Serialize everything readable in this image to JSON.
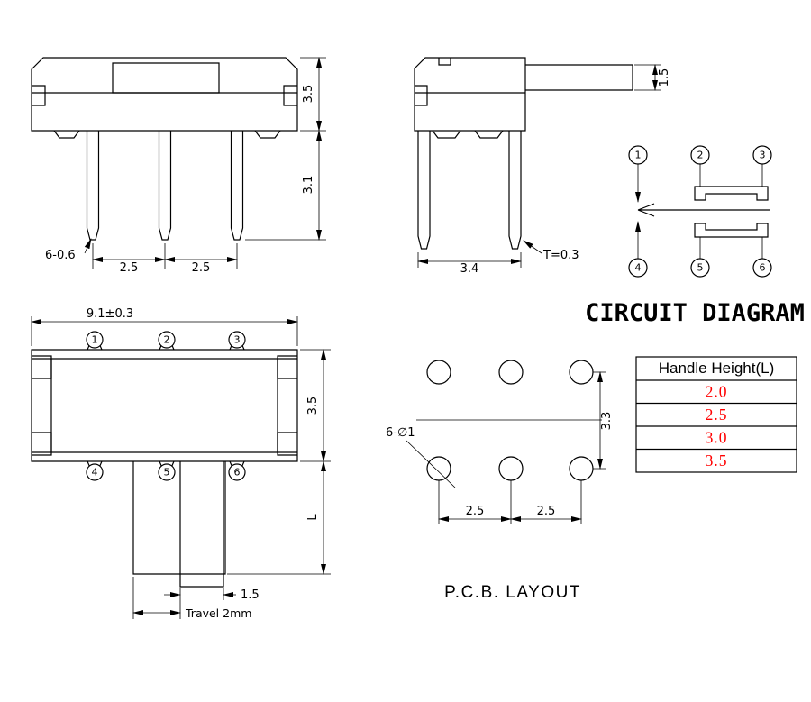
{
  "front_view": {
    "body_height": "3.5",
    "pin_length": "3.1",
    "pin_callout": "6-0.6",
    "pitch_left": "2.5",
    "pitch_right": "2.5"
  },
  "side_view": {
    "handle_thickness": "1.5",
    "base_width": "3.4",
    "terminal_thickness": "T=0.3"
  },
  "circuit_diagram": {
    "title": "CIRCUIT DIAGRAM",
    "terminals": [
      "1",
      "2",
      "3",
      "4",
      "5",
      "6"
    ]
  },
  "top_view": {
    "body_width": "9.1±0.3",
    "body_depth": "3.5",
    "handle_length": "L",
    "knob_width": "1.5",
    "travel": "Travel 2mm",
    "terminals": [
      "1",
      "2",
      "3",
      "4",
      "5",
      "6"
    ]
  },
  "pcb_layout": {
    "title": "P.C.B. LAYOUT",
    "hole_callout": "6-∅1",
    "row_pitch": "3.3",
    "col_pitch_left": "2.5",
    "col_pitch_right": "2.5"
  },
  "table": {
    "header": "Handle Height(L)",
    "rows": [
      "2.0",
      "2.5",
      "3.0",
      "3.5"
    ]
  },
  "colors": {
    "line": "#000000",
    "table_value": "#ff0000",
    "background": "#ffffff"
  }
}
